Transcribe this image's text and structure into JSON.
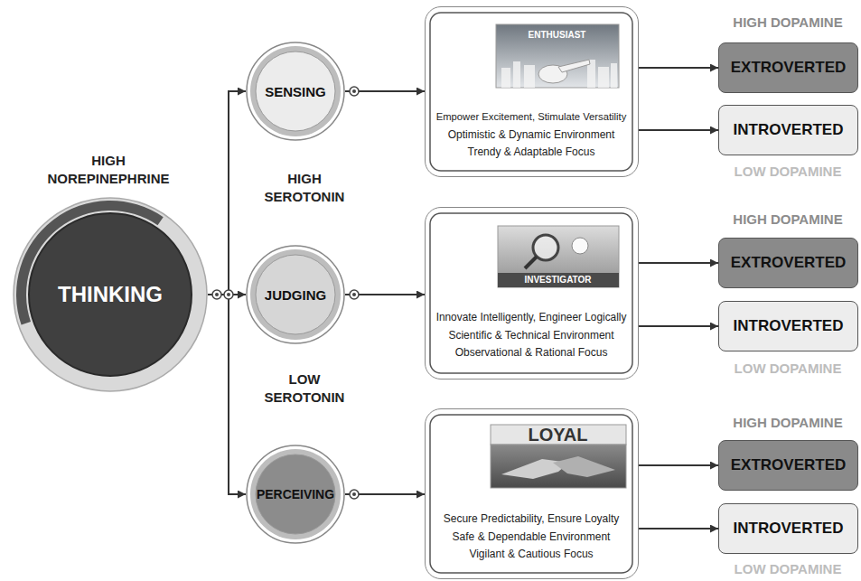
{
  "diagram": {
    "nodes": [
      {
        "text": [
          "THINKING"
        ]
      },
      {
        "text": [
          "SENSING"
        ]
      },
      {
        "text": [
          "ENTHUSIAST",
          "Empower Excitement, Stimulate Versatility",
          "Optimistic & Dynamic Environment",
          "Trendy & Adaptable Focus"
        ]
      },
      {
        "text": [
          "EXTROVERTED"
        ]
      },
      {
        "text": [
          "INTROVERTED"
        ]
      },
      {
        "text": [
          "JUDGING"
        ]
      },
      {
        "text": [
          "INVESTIGATOR",
          "Innovate Intelligently, Engineer Logically",
          "Scientific & Technical Environment",
          "Observational & Rational Focus"
        ]
      },
      {
        "text": [
          "EXTROVERTED"
        ]
      },
      {
        "text": [
          "INTROVERTED"
        ]
      },
      {
        "text": [
          "PERCEIVING"
        ]
      },
      {
        "text": [
          "LOYAL",
          "Secure Predictability, Ensure Loyalty",
          "Safe & Dependable Environment",
          "Vigilant & Cautious Focus"
        ]
      },
      {
        "text": [
          "EXTROVERTED"
        ]
      },
      {
        "text": [
          "INTROVERTED"
        ]
      }
    ],
    "edges": [
      {
        "from": 0,
        "to": 1,
        "arrow": "to"
      },
      {
        "from": 0,
        "to": 5,
        "arrow": "to"
      },
      {
        "from": 0,
        "to": 9,
        "arrow": "to"
      },
      {
        "from": 1,
        "to": 2,
        "arrow": "to"
      },
      {
        "from": 2,
        "to": 3,
        "arrow": "to"
      },
      {
        "from": 2,
        "to": 4,
        "arrow": "to"
      },
      {
        "from": 5,
        "to": 6,
        "arrow": "to"
      },
      {
        "from": 6,
        "to": 7,
        "arrow": "to"
      },
      {
        "from": 6,
        "to": 8,
        "arrow": "to"
      },
      {
        "from": 9,
        "to": 10,
        "arrow": "to"
      },
      {
        "from": 10,
        "to": 11,
        "arrow": "to"
      },
      {
        "from": 10,
        "to": 12,
        "arrow": "to"
      }
    ],
    "labels": [
      "HIGH NOREPINEPHRINE",
      "HIGH SEROTONIN",
      "LOW SEROTONIN",
      "HIGH DOPAMINE",
      "LOW DOPAMINE",
      "HIGH DOPAMINE",
      "LOW DOPAMINE",
      "HIGH DOPAMINE",
      "LOW DOPAMINE"
    ]
  }
}
